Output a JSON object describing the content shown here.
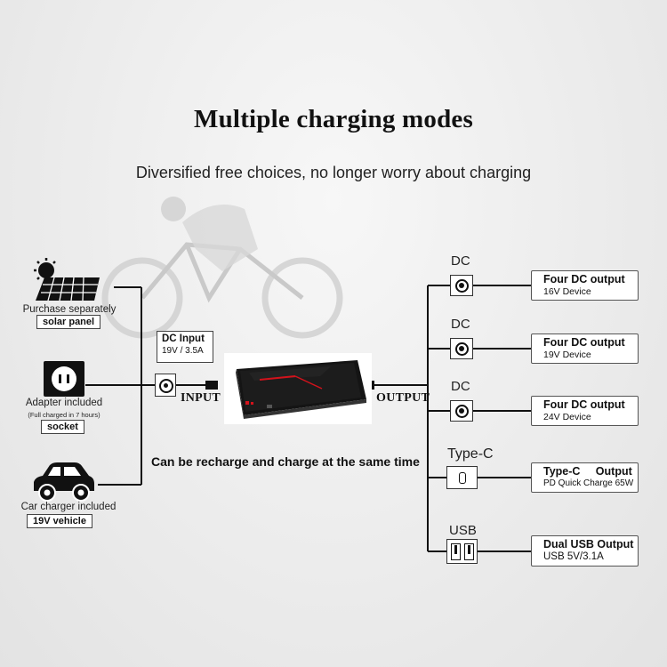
{
  "header": {
    "title": "Multiple charging modes",
    "subtitle": "Diversified free choices, no longer worry about charging"
  },
  "inputs": [
    {
      "caption": "Purchase separately",
      "tag": "solar panel",
      "icon": "solar-panel-icon"
    },
    {
      "caption": "Adapter included",
      "note": "(Full charged in 7 hours)",
      "tag": "socket",
      "icon": "wall-socket-icon"
    },
    {
      "caption": "Car charger included",
      "tag": "19V  vehicle",
      "icon": "car-icon"
    }
  ],
  "dc_input": {
    "title": "DC Input",
    "spec": "19V / 3.5A"
  },
  "ports": {
    "input": "INPUT",
    "output": "OUTPUT"
  },
  "middle_text": "Can be recharge and charge at the same time",
  "outputs": [
    {
      "port": "DC",
      "title": "Four DC output",
      "detail": "16V Device",
      "icon": "dc-port-icon"
    },
    {
      "port": "DC",
      "title": "Four DC output",
      "detail": "19V Device",
      "icon": "dc-port-icon"
    },
    {
      "port": "DC",
      "title": "Four DC output",
      "detail": "24V Device",
      "icon": "dc-port-icon"
    },
    {
      "port": "Type-C",
      "title": "Type-C     Output",
      "detail": "PD Quick Charge 65W",
      "icon": "usb-c-port-icon"
    },
    {
      "port": "USB",
      "title": "Dual USB Output",
      "detail": "USB 5V/3.1A",
      "icon": "usb-a-port-icon"
    }
  ],
  "colors": {
    "product_accent": "#d3121b",
    "product_body": "#141414",
    "line": "#111111"
  }
}
